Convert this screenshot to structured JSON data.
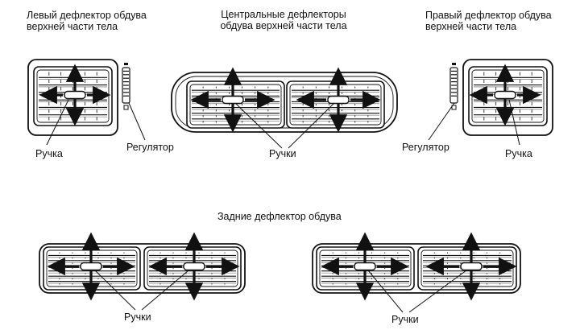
{
  "labels": {
    "left_vent_title": [
      "Левый дефлектор обдува",
      "верхней части тела"
    ],
    "center_vents_title": [
      "Центральные дефлекторы",
      "обдува верхней части тела"
    ],
    "right_vent_title": [
      "Правый дефлектор обдува",
      "верхней части тела"
    ],
    "rear_vents_title": "Задние дефлектор обдува",
    "handle": "Ручка",
    "handles": "Ручки",
    "regulator": "Регулятор"
  }
}
